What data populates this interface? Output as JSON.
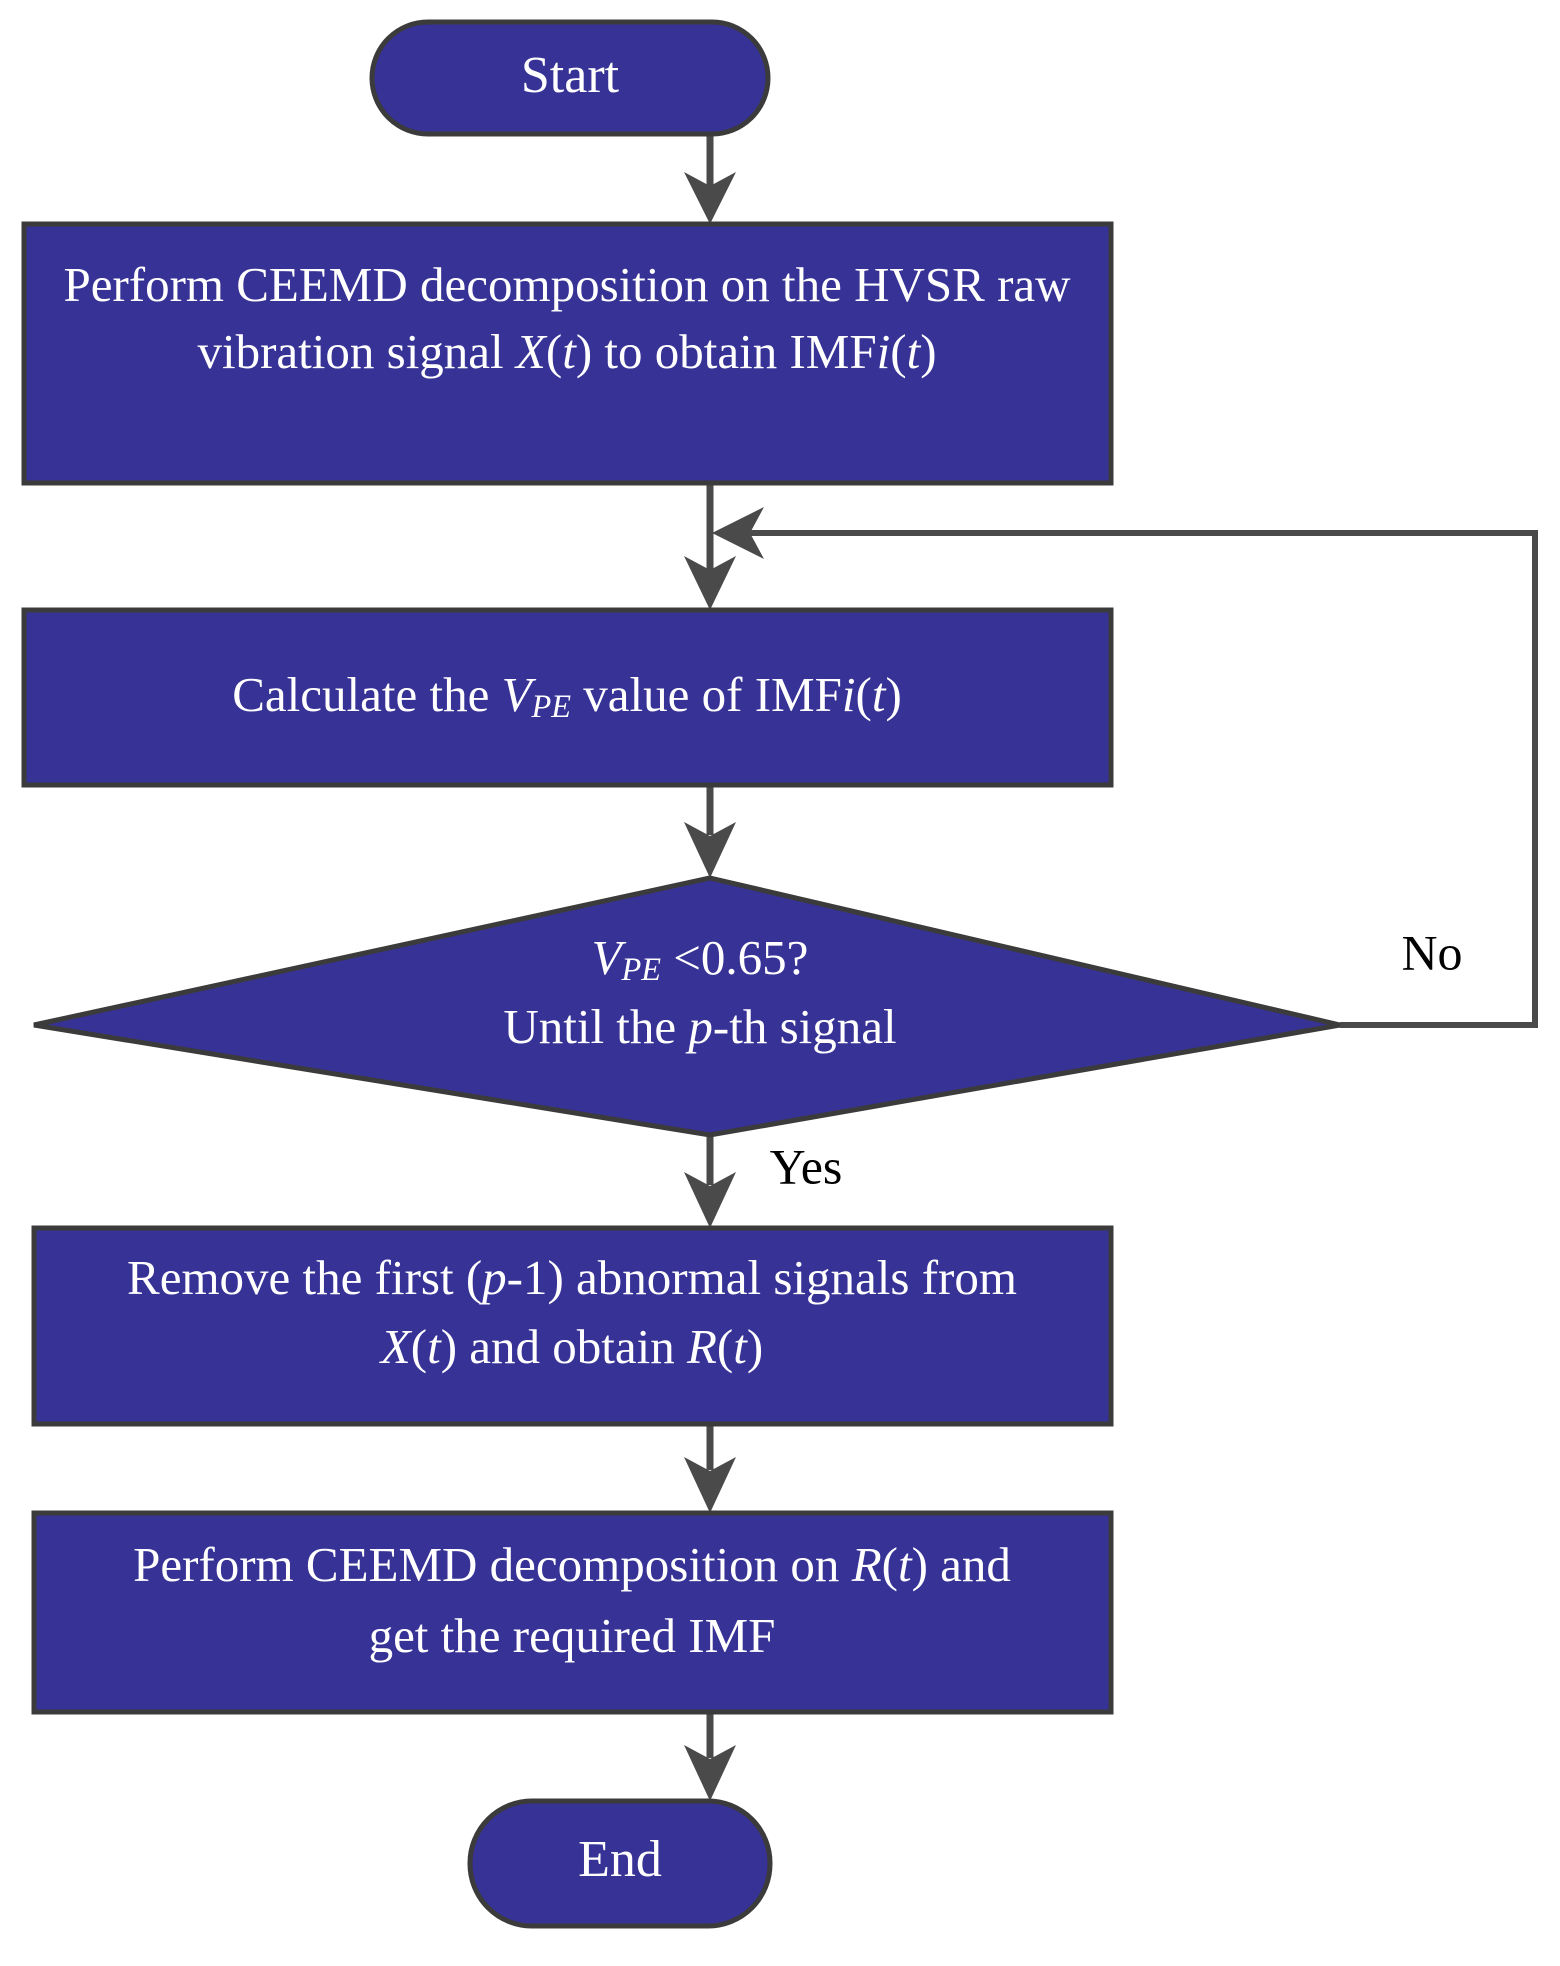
{
  "diagram": {
    "title": "CEEMD / Permutation-Entropy signal denoising flowchart",
    "colors": {
      "node_fill": "#373296",
      "node_stroke": "#3b3b3b",
      "node_text": "#ffffff",
      "connector": "#4a4a4a",
      "edge_label_text": "#000000",
      "background": "#ffffff"
    },
    "nodes": [
      {
        "id": "start",
        "type": "terminator",
        "lines": [
          "Start"
        ]
      },
      {
        "id": "ceemd-raw",
        "type": "process",
        "lines": [
          {
            "parts": [
              {
                "t": "Perform CEEMD decomposition on the HVSR raw",
                "style": "normal"
              }
            ]
          },
          {
            "parts": [
              {
                "t": "vibration signal ",
                "style": "normal"
              },
              {
                "t": "X",
                "style": "italic"
              },
              {
                "t": "(",
                "style": "normal"
              },
              {
                "t": "t",
                "style": "italic"
              },
              {
                "t": ") to obtain IMF",
                "style": "normal"
              },
              {
                "t": "i",
                "style": "italic"
              },
              {
                "t": "(",
                "style": "normal"
              },
              {
                "t": "t",
                "style": "italic"
              },
              {
                "t": ")",
                "style": "normal"
              }
            ]
          }
        ]
      },
      {
        "id": "calc-vpe",
        "type": "process",
        "lines": [
          {
            "parts": [
              {
                "t": "Calculate the ",
                "style": "normal"
              },
              {
                "t": "V",
                "style": "italic"
              },
              {
                "t": "PE",
                "style": "subscript-italic"
              },
              {
                "t": " value of IMF",
                "style": "normal"
              },
              {
                "t": "i",
                "style": "italic"
              },
              {
                "t": "(",
                "style": "normal"
              },
              {
                "t": "t",
                "style": "italic"
              },
              {
                "t": ")",
                "style": "normal"
              }
            ]
          }
        ]
      },
      {
        "id": "decision-vpe",
        "type": "decision",
        "lines": [
          {
            "parts": [
              {
                "t": "V",
                "style": "italic"
              },
              {
                "t": "PE",
                "style": "subscript-italic"
              },
              {
                "t": " <0.65?",
                "style": "normal"
              }
            ]
          },
          {
            "parts": [
              {
                "t": "Until the ",
                "style": "normal"
              },
              {
                "t": "p",
                "style": "italic"
              },
              {
                "t": "-th signal",
                "style": "normal"
              }
            ]
          }
        ]
      },
      {
        "id": "remove-abnormal",
        "type": "process",
        "lines": [
          {
            "parts": [
              {
                "t": "Remove the first (",
                "style": "normal"
              },
              {
                "t": "p",
                "style": "italic"
              },
              {
                "t": "-1) abnormal signals from",
                "style": "normal"
              }
            ]
          },
          {
            "parts": [
              {
                "t": "X",
                "style": "italic"
              },
              {
                "t": "(",
                "style": "normal"
              },
              {
                "t": "t",
                "style": "italic"
              },
              {
                "t": ") and obtain ",
                "style": "normal"
              },
              {
                "t": "R",
                "style": "italic"
              },
              {
                "t": "(",
                "style": "normal"
              },
              {
                "t": "t",
                "style": "italic"
              },
              {
                "t": ")",
                "style": "normal"
              }
            ]
          }
        ]
      },
      {
        "id": "ceemd-residual",
        "type": "process",
        "lines": [
          {
            "parts": [
              {
                "t": "Perform CEEMD decomposition on ",
                "style": "normal"
              },
              {
                "t": "R",
                "style": "italic"
              },
              {
                "t": "(",
                "style": "normal"
              },
              {
                "t": "t",
                "style": "italic"
              },
              {
                "t": ") and",
                "style": "normal"
              }
            ]
          },
          {
            "parts": [
              {
                "t": "get the required IMF",
                "style": "normal"
              }
            ]
          }
        ]
      },
      {
        "id": "end",
        "type": "terminator",
        "lines": [
          "End"
        ]
      }
    ],
    "edge_labels": {
      "yes": "Yes",
      "no": "No"
    },
    "threshold_value": "0.65"
  }
}
